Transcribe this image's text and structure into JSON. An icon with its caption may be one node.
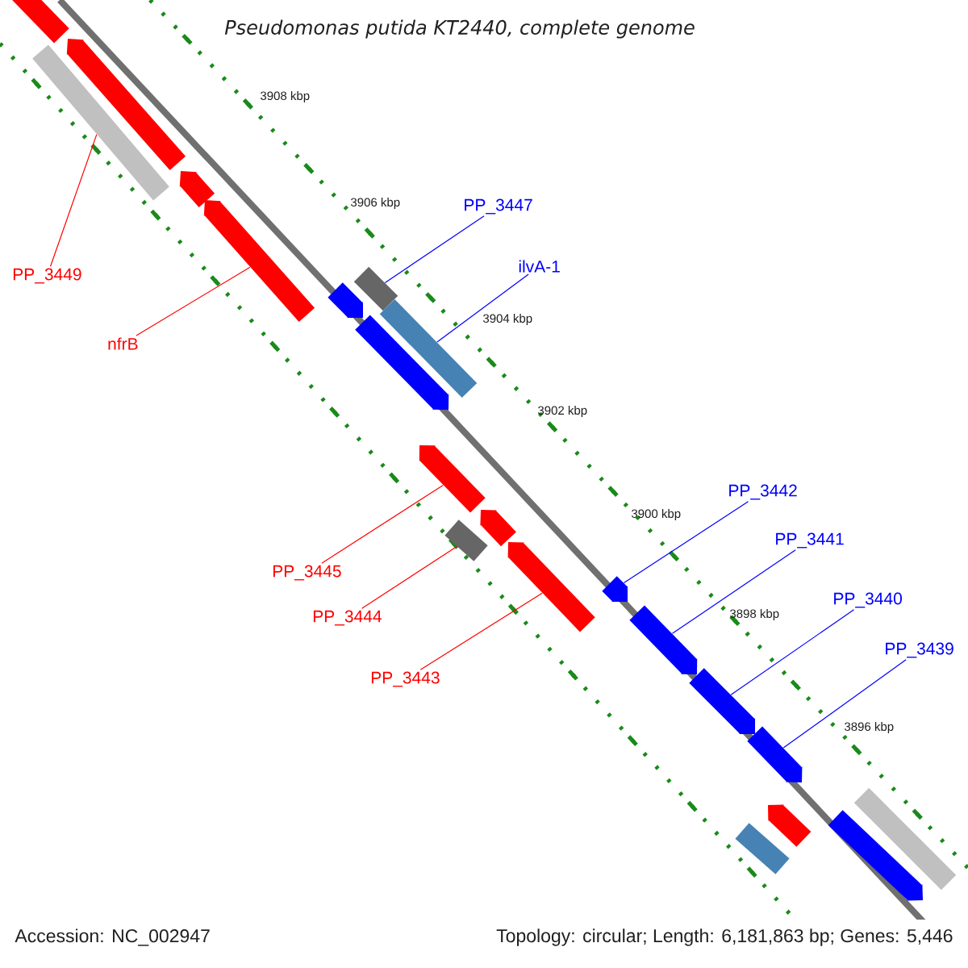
{
  "diagram": {
    "title": "Pseudomonas putida KT2440, complete genome",
    "nodes": [
      {
        "text": [
          "PP_3449"
        ]
      },
      {
        "text": [],
        "shape": "box"
      },
      {
        "text": [
          "nfrB"
        ]
      },
      {
        "text": [],
        "shape": "bar"
      },
      {
        "text": [
          "PP_3447"
        ]
      },
      {
        "text": [],
        "shape": "box"
      },
      {
        "text": [
          "ilvA-1"
        ]
      },
      {
        "text": [],
        "shape": "box"
      },
      {
        "text": [
          "PP_3445"
        ]
      },
      {
        "text": [],
        "shape": "bar"
      },
      {
        "text": [
          "PP_3444"
        ]
      },
      {
        "text": [],
        "shape": "box"
      },
      {
        "text": [
          "PP_3443"
        ]
      },
      {
        "text": [],
        "shape": "bar"
      },
      {
        "text": [
          "PP_3442"
        ]
      },
      {
        "text": [],
        "shape": "bar"
      },
      {
        "text": [
          "PP_3441"
        ]
      },
      {
        "text": [],
        "shape": "bar"
      },
      {
        "text": [
          "PP_3440"
        ]
      },
      {
        "text": [],
        "shape": "bar"
      },
      {
        "text": [
          "PP_3439"
        ]
      },
      {
        "text": [],
        "shape": "bar"
      },
      {
        "text": [],
        "shape": "bar"
      },
      {
        "text": [],
        "shape": "bar"
      },
      {
        "text": [],
        "shape": "bar"
      },
      {
        "text": [],
        "shape": "bar"
      },
      {
        "text": [],
        "shape": "bar"
      },
      {
        "text": [],
        "shape": "bar"
      },
      {
        "text": [],
        "shape": "bar"
      },
      {
        "text": [],
        "shape": "box"
      },
      {
        "text": [],
        "shape": "bar"
      },
      {
        "text": [],
        "shape": "box"
      }
    ],
    "edges": [
      {
        "from": 0,
        "to": 1,
        "arrow": "none",
        "color": "#ff0000"
      },
      {
        "from": 2,
        "to": 3,
        "arrow": "none",
        "color": "#ff0000"
      },
      {
        "from": 4,
        "to": 5,
        "arrow": "none"
      },
      {
        "from": 6,
        "to": 7,
        "arrow": "none"
      },
      {
        "from": 8,
        "to": 9,
        "arrow": "none",
        "color": "#ff0000"
      },
      {
        "from": 10,
        "to": 11,
        "arrow": "none",
        "color": "#ff0000"
      },
      {
        "from": 12,
        "to": 13,
        "arrow": "none",
        "color": "#ff0000"
      },
      {
        "from": 14,
        "to": 15,
        "arrow": "none"
      },
      {
        "from": 16,
        "to": 17,
        "arrow": "none"
      },
      {
        "from": 18,
        "to": 19,
        "arrow": "none"
      },
      {
        "from": 20,
        "to": 21,
        "arrow": "none"
      }
    ],
    "labels": [
      "3908 kbp",
      "3906 kbp",
      "3904 kbp",
      "3902 kbp",
      "3900 kbp",
      "3898 kbp",
      "3896 kbp",
      "Accession: NC_002947",
      "Topology: circular; Length: 6,181,863 bp; Genes: 5,446"
    ]
  }
}
